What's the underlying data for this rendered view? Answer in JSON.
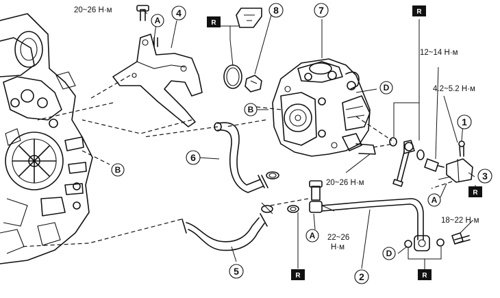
{
  "callouts": {
    "c1": "1",
    "c2": "2",
    "c3": "3",
    "c4": "4",
    "c5": "5",
    "c6": "6",
    "c7": "7",
    "c8": "8"
  },
  "letters": {
    "a_top": "A",
    "a_right": "A",
    "a_bottom": "A",
    "b_mid": "B",
    "b_left": "B",
    "d_pump": "D",
    "d_bottom": "D"
  },
  "r_badge": "R",
  "torques": {
    "top_left": "20~26 Н·м",
    "top_right_a": "12~14 Н·м",
    "top_right_b": "4.2~5.2 Н·м",
    "pump_bolt": "20~26 Н·м",
    "center_bolt_line1": "22~26",
    "center_bolt_line2": "Н·м",
    "bottom_right": "18~22 Н·м"
  }
}
